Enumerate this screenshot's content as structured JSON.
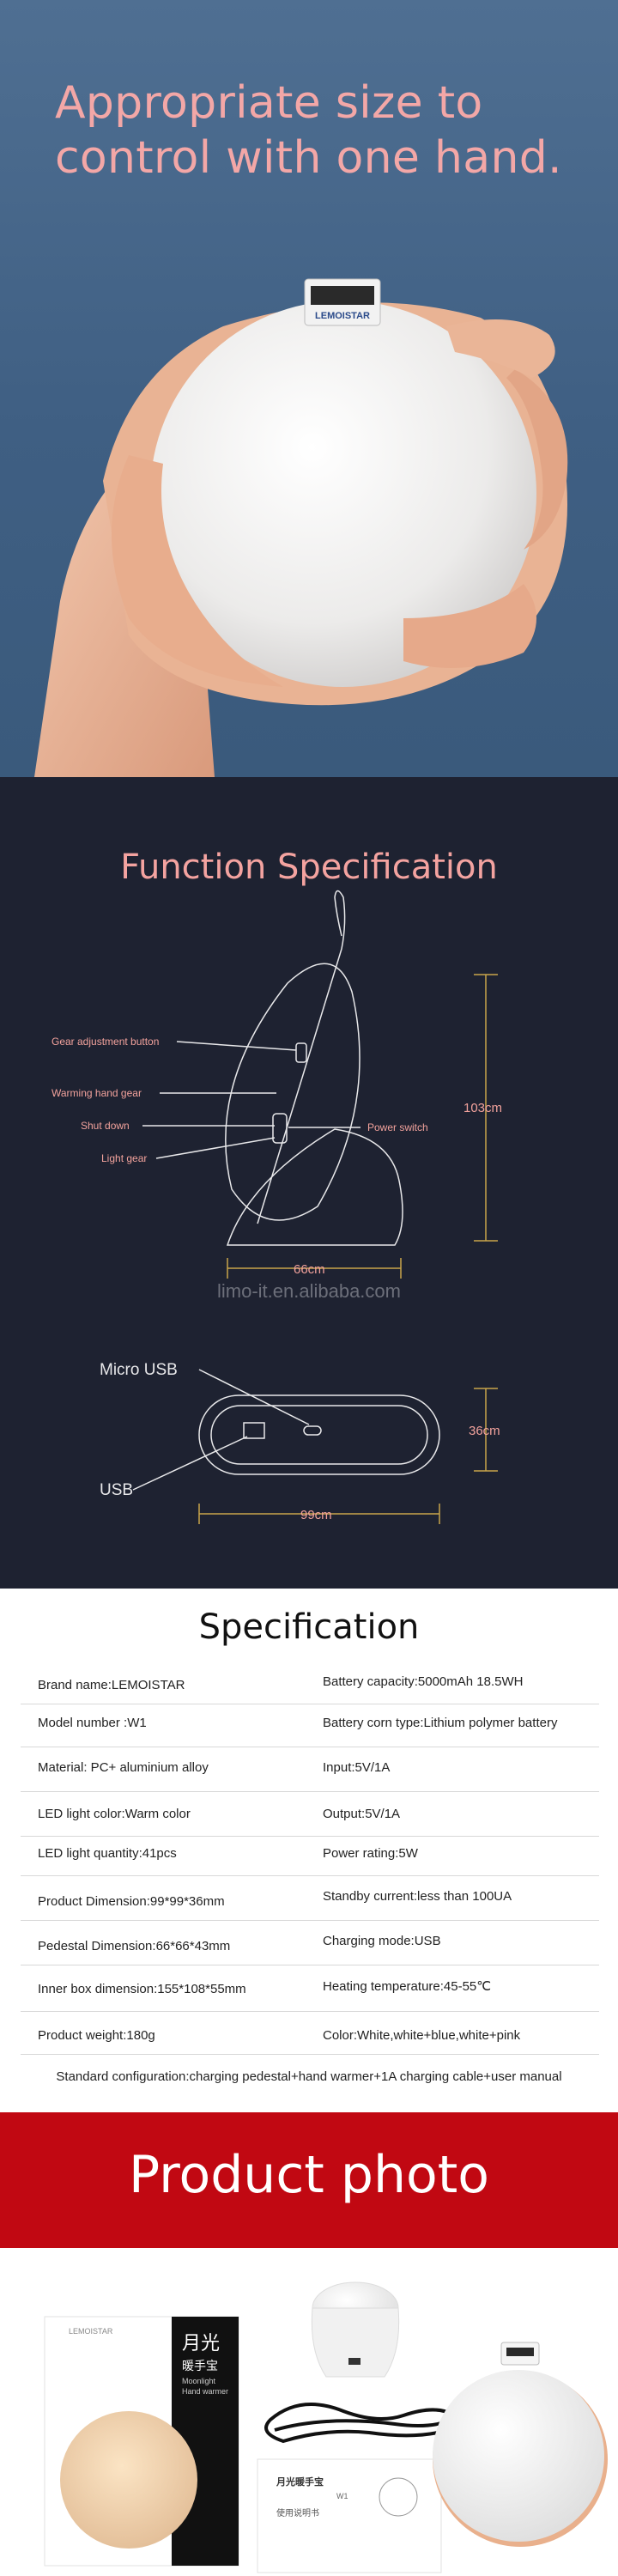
{
  "hero": {
    "title_line1": "Appropriate size to",
    "title_line2": "control with one hand.",
    "tag_text": "LEMOISTAR"
  },
  "function_spec": {
    "title": "Function Specification",
    "callouts": {
      "gear_adjustment": "Gear adjustment button",
      "warming_hand": "Warming hand gear",
      "shut_down": "Shut down",
      "light_gear": "Light gear",
      "power_switch": "Power switch"
    },
    "dimensions": {
      "height": "103cm",
      "width": "66cm",
      "thickness": "36cm",
      "length": "99cm"
    },
    "watermark": "limo-it.en.alibaba.com",
    "ports": {
      "micro_usb": "Micro USB",
      "usb": "USB"
    }
  },
  "specification": {
    "title": "Specification",
    "rows": [
      {
        "left": "Brand name:LEMOISTAR",
        "right": "Battery capacity:5000mAh    18.5WH"
      },
      {
        "left": "Model number :W1",
        "right": "Battery corn type:Lithium polymer battery"
      },
      {
        "left": "Material: PC+ aluminium alloy",
        "right": "Input:5V/1A"
      },
      {
        "left": "LED light color:Warm color",
        "right": "Output:5V/1A"
      },
      {
        "left": "LED light quantity:41pcs",
        "right": "Power rating:5W"
      },
      {
        "left": "Product Dimension:99*99*36mm",
        "right": "Standby current:less than 100UA"
      },
      {
        "left": "Pedestal Dimension:66*66*43mm",
        "right": "Charging mode:USB"
      },
      {
        "left": "Inner box dimension:155*108*55mm",
        "right": "Heating temperature:45-55℃"
      },
      {
        "left": "Product weight:180g",
        "right": "Color:White,white+blue,white+pink"
      }
    ],
    "standard_configuration": "Standard configuration:charging pedestal+hand warmer+1A charging cable+user manual"
  },
  "product_photo": {
    "title": "Product photo",
    "box_brand": "LEMOISTAR",
    "box_title_cn": "月光",
    "box_subtitle_cn": "暖手宝",
    "box_title_en": "Moonlight",
    "box_subtitle_en": "Hand warmer",
    "manual_title_cn": "月光暖手宝",
    "manual_model": "W1",
    "manual_label_cn": "使用说明书",
    "colors": {
      "banner_red": "#c10812",
      "accent_pink": "#f3a7a7"
    }
  }
}
